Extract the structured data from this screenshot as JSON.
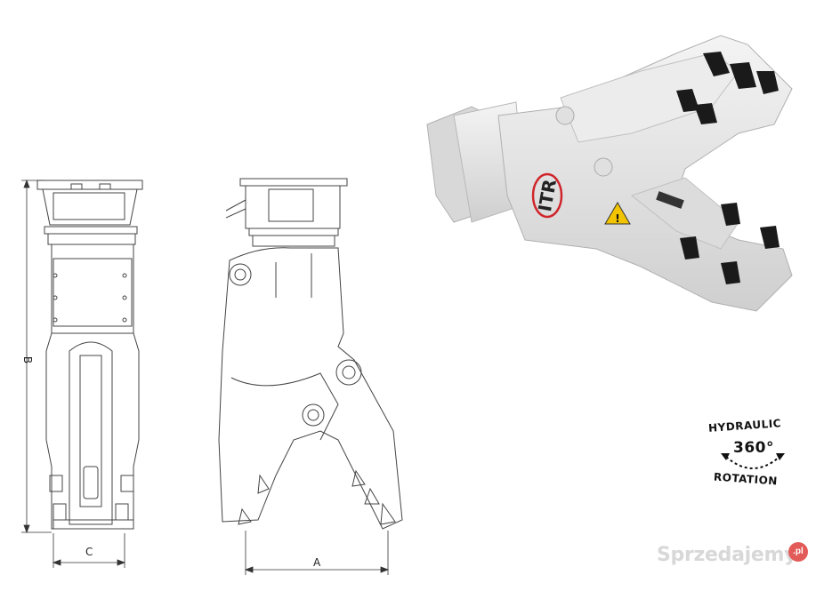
{
  "dimensions": {
    "b_label": "B",
    "c_label": "C",
    "a_label": "A"
  },
  "product_render": {
    "brand_logo_text": "ITR"
  },
  "badge": {
    "line1": "HYDRAULIC",
    "degrees": "360°",
    "line2": "ROTATION"
  },
  "watermark": {
    "text": "Sprzedajemy",
    "suffix": ".pl"
  }
}
